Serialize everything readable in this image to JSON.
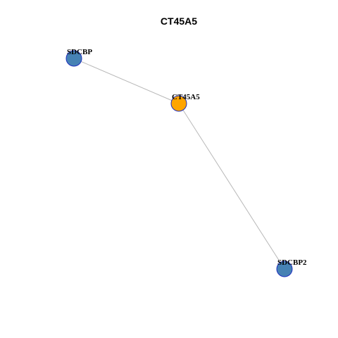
{
  "title": "CT45A5",
  "colors": {
    "edge": "#b8b8b8",
    "node_border": "#1f2fbf",
    "center_fill": "#ffa500",
    "neighbor_fill": "#4682b4",
    "label": "#000000"
  },
  "nodes": [
    {
      "id": "CT45A5",
      "label": "CT45A5",
      "role": "center"
    },
    {
      "id": "SDCBP",
      "label": "SDCBP",
      "role": "neighbor"
    },
    {
      "id": "SDCBP2",
      "label": "SDCBP2",
      "role": "neighbor"
    }
  ],
  "edges": [
    {
      "source": "SDCBP",
      "target": "CT45A5"
    },
    {
      "source": "CT45A5",
      "target": "SDCBP2"
    }
  ]
}
